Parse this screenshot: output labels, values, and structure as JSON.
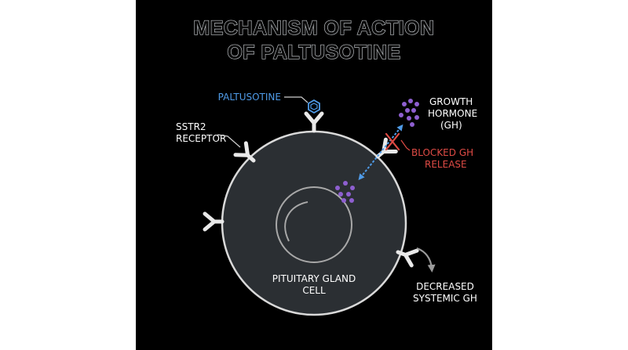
{
  "title": {
    "line1": "MECHANISM OF ACTION",
    "line2": "OF PALTUSOTINE"
  },
  "labels": {
    "paltusotine": "PALTUSOTINE",
    "receptor_line1": "SSTR2",
    "receptor_line2": "RECEPTOR",
    "gh_line1": "GROWTH",
    "gh_line2": "HORMONE",
    "gh_line3": "(GH)",
    "blocked_line1": "BLOCKED GH",
    "blocked_line2": "RELEASE",
    "cell_line1": "PITUITARY GLAND",
    "cell_line2": "CELL",
    "decreased_line1": "DECREASED",
    "decreased_line2": "SYSTEMIC GH"
  },
  "colors": {
    "background": "#000000",
    "cell_fill": "#2b2f33",
    "cell_outline": "#d9d9d9",
    "receptor": "#e9e9e9",
    "drug": "#4f9be8",
    "blocked": "#e04b45",
    "hormone": "#8e5fd0"
  },
  "icons": {
    "drug": "molecule-icon",
    "blocked": "x-mark-icon",
    "flow": "curved-arrow-icon"
  }
}
